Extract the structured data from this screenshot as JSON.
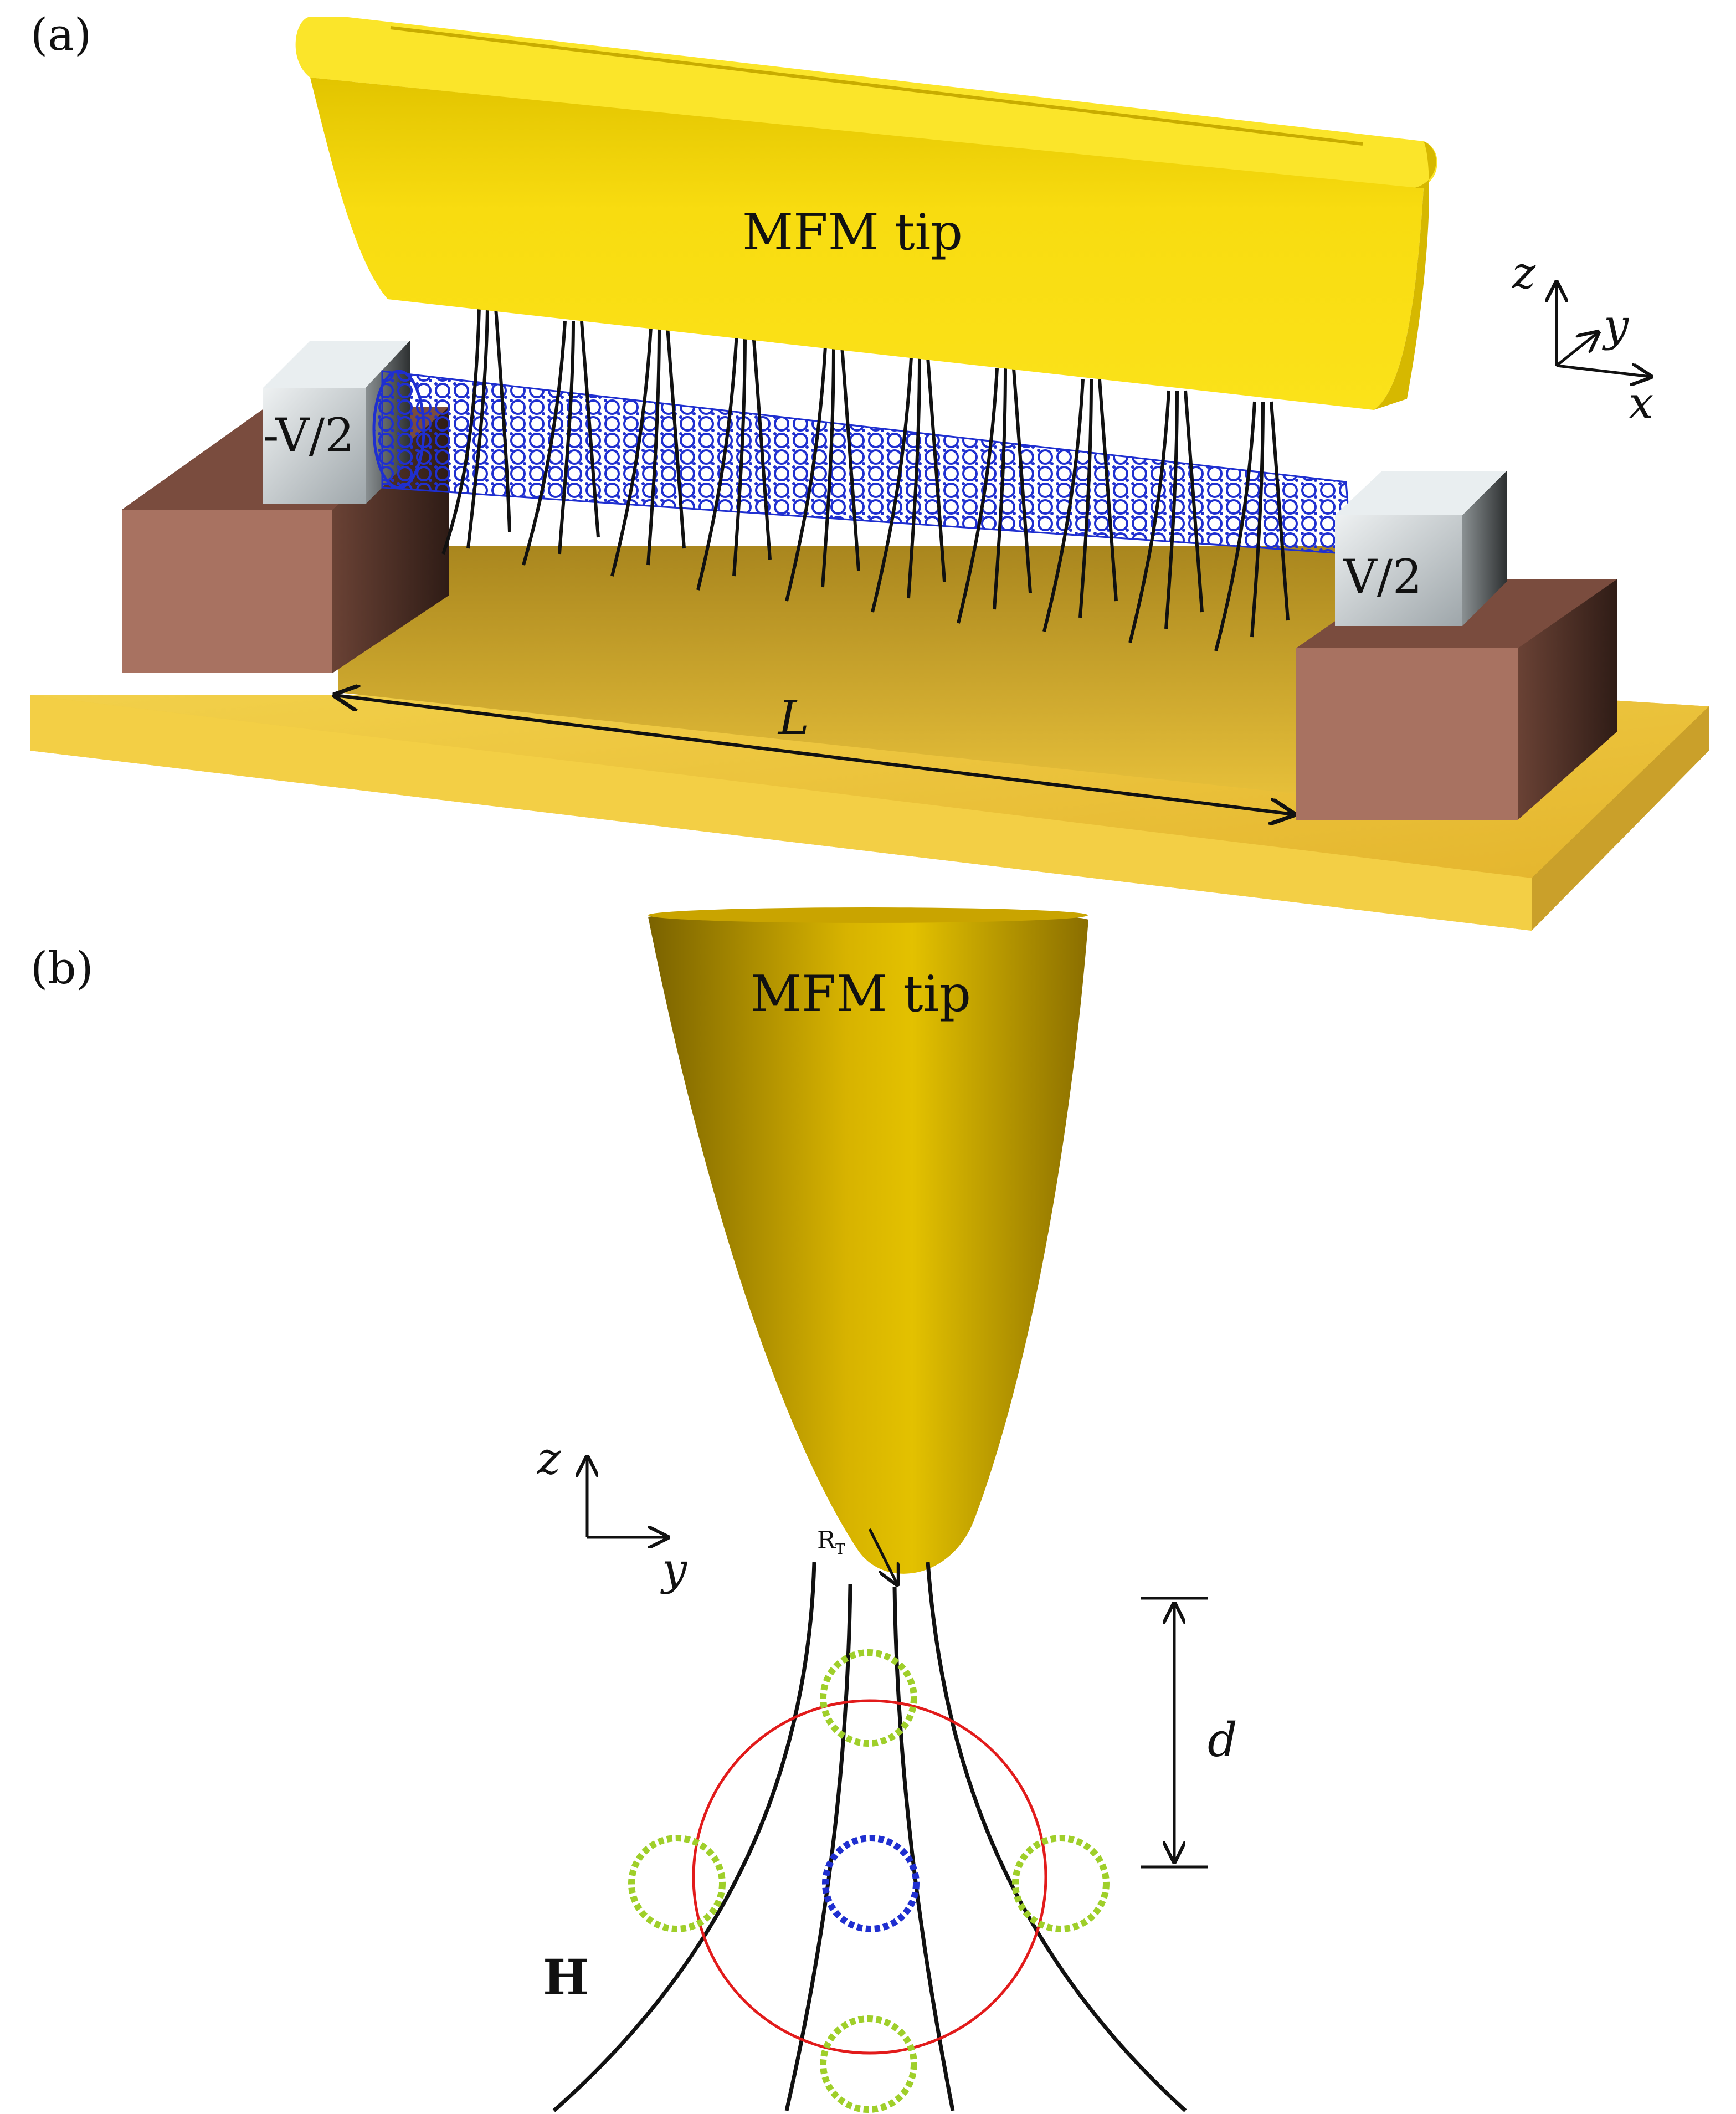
{
  "panel_a": {
    "label": "(a)",
    "tip_label": "MFM tip",
    "left_electrode_label": "-V/2",
    "right_electrode_label": "V/2",
    "length_label": "L",
    "axes": {
      "z": "z",
      "y": "y",
      "x": "x"
    }
  },
  "panel_b": {
    "label": "(b)",
    "tip_label": "MFM tip",
    "radius_label": "R",
    "radius_subscript": "T",
    "distance_label": "d",
    "field_label": "H",
    "axes": {
      "z": "z",
      "y": "y"
    }
  },
  "colors": {
    "tip_gold": "#f7d800",
    "tip_gold_dark": "#c9a400",
    "substrate_gold": "#e7c03a",
    "electrode_brown": "#a36d5c",
    "contact_grey": "#c9d0d3",
    "nanotube_blue": "#1f2fd0",
    "field_line": "#111111",
    "orbit_red": "#e21b1b",
    "ring_green": "#9fcf2a"
  }
}
